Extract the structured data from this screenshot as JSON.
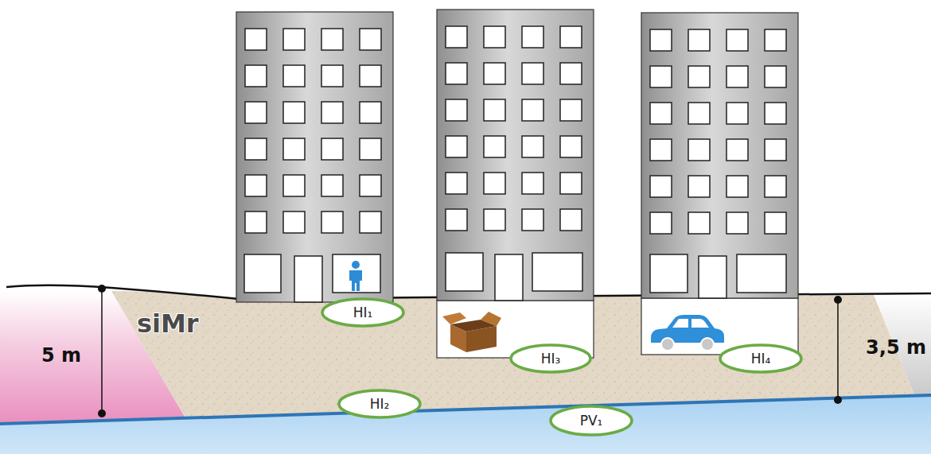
{
  "diagram": {
    "nodes": [
      {
        "text": [
          "HI₁"
        ]
      },
      {
        "text": [
          "HI₃"
        ]
      },
      {
        "text": [
          "HI₄"
        ]
      },
      {
        "text": [
          "HI₂"
        ]
      },
      {
        "text": [
          "PV₁"
        ]
      }
    ],
    "labels": [
      "siMr",
      "5 m",
      "3,5 m"
    ]
  }
}
